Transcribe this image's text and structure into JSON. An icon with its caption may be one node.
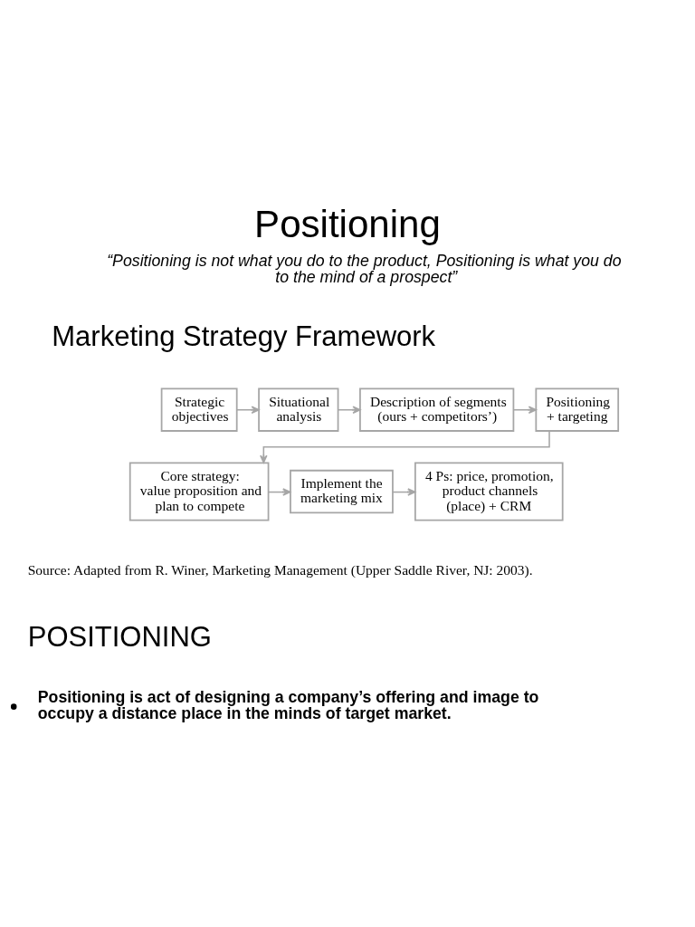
{
  "diagram": {
    "title": "Positioning",
    "nodes": [
      {
        "text": [
          "Strategic objectives"
        ]
      },
      {
        "text": [
          "Situational analysis"
        ]
      },
      {
        "text": [
          "Description of segments (ours + competitors’)"
        ]
      },
      {
        "text": [
          "Positioning + targeting"
        ]
      },
      {
        "text": [
          "Core strategy: value proposition and plan to compete"
        ]
      },
      {
        "text": [
          "Implement the marketing mix"
        ]
      },
      {
        "text": [
          "4 Ps: price, promotion, product channels (place) + CRM"
        ]
      }
    ],
    "edges": [
      {
        "from": 0,
        "to": 1,
        "arrow": "to"
      },
      {
        "from": 1,
        "to": 2,
        "arrow": "to"
      },
      {
        "from": 2,
        "to": 3,
        "arrow": "to"
      },
      {
        "from": 3,
        "to": 4,
        "arrow": "to"
      },
      {
        "from": 4,
        "to": 5,
        "arrow": "to"
      },
      {
        "from": 5,
        "to": 6,
        "arrow": "to"
      }
    ],
    "labels": [
      "“Positioning is not what you do to the product, Positioning is what you do to the mind of a prospect”",
      "Marketing Strategy Framework",
      "Source: Adapted from R. Winer, Marketing Management (Upper Saddle River, NJ: 2003).",
      "POSITIONING",
      "Positioning is act of designing a company’s offering and image to occupy a distance place in the minds of target market."
    ]
  }
}
